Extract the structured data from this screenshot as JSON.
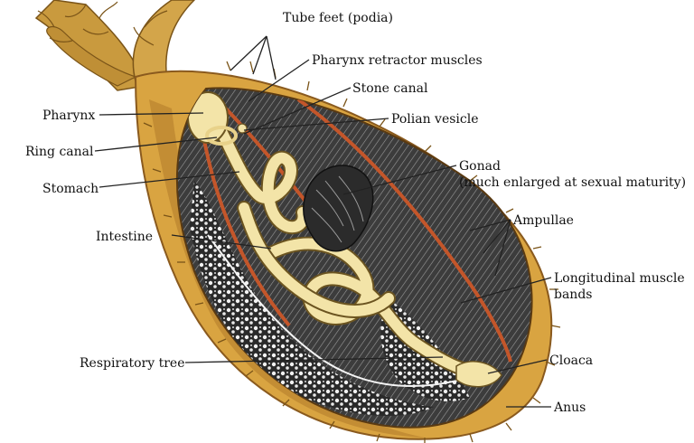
{
  "diagram": {
    "labels": {
      "tube_feet": "Tube feet (podia)",
      "pharynx_retractor": "Pharynx retractor muscles",
      "stone_canal": "Stone canal",
      "pharynx": "Pharynx",
      "polian_vesicle": "Polian vesicle",
      "ring_canal": "Ring canal",
      "gonad": "Gonad",
      "gonad_note": "(much enlarged at sexual maturity)",
      "stomach": "Stomach",
      "ampullae": "Ampullae",
      "intestine": "Intestine",
      "longitudinal_1": "Longitudinal muscle",
      "longitudinal_2": "bands",
      "respiratory_tree": "Respiratory tree",
      "cloaca": "Cloaca",
      "anus": "Anus"
    },
    "colors": {
      "body_wall": "#d9a441",
      "body_dark": "#8a5a1e",
      "cavity": "#3a3a3a",
      "gut": "#f3e4a8",
      "gut_outline": "#6b5420",
      "muscle": "#c4562a",
      "gonad": "#2b2b2b",
      "resp_tree": "#f5f5f5",
      "tentacle": "#c99a3e",
      "leader": "#222222"
    }
  }
}
